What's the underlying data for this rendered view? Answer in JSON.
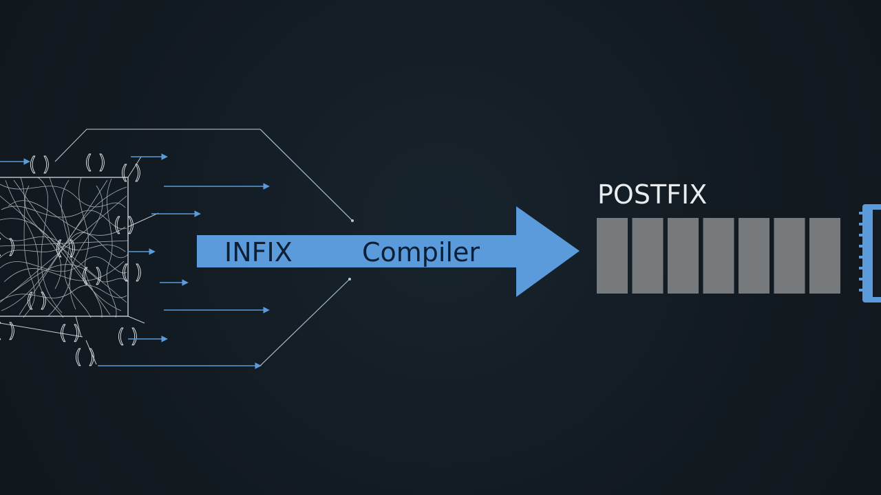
{
  "diagram": {
    "left_label": "INFIX",
    "middle_label": "Compiler",
    "right_label": "POSTFIX",
    "colors": {
      "background": "#131c23",
      "arrow": "#5b9bdc",
      "postfix_cell": "#777a7d",
      "text_light": "#e9edf0",
      "text_dark": "#0d1f35",
      "line": "#b8c7d3"
    },
    "postfix_cells": 7,
    "paren_glyph": "( )"
  }
}
